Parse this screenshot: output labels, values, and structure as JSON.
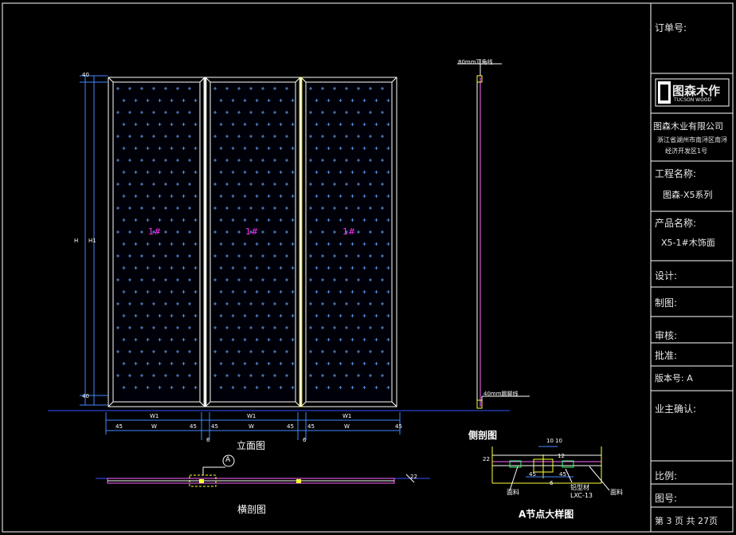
{
  "title_block": {
    "order_no_label": "订单号:",
    "logo_text": "图森木作",
    "logo_sub": "TUCSON WOOD",
    "company": "图森木业有限公司",
    "address_line1": "浙江省湖州市南浔区南浔",
    "address_line2": "经济开发区1号",
    "project_label": "工程名称:",
    "project_value": "图森-X5系列",
    "product_label": "产品名称:",
    "product_value": "X5-1#木饰面",
    "design_label": "设计:",
    "draw_label": "制图:",
    "review_label": "审核:",
    "approve_label": "批准:",
    "version_label": "版本号: A",
    "owner_confirm_label": "业主确认:",
    "scale_label": "比例:",
    "drawing_no_label": "图号:",
    "page_label": "第 3 页 共 27页"
  },
  "elevation": {
    "panel_marks": [
      "1#",
      "1#",
      "1#"
    ],
    "view_label": "立面图",
    "dim_top": "40",
    "dim_bottom": "40",
    "dim_height": "H",
    "dim_height2": "H1",
    "dim_w1": [
      "W1",
      "W1",
      "W1"
    ],
    "dim_w": [
      "W",
      "W",
      "W"
    ],
    "dim_45": "45",
    "dim_6": "6"
  },
  "side_view": {
    "top_note": "80mm顶角线",
    "bottom_note": "40mm踢脚线",
    "label": "侧剖图"
  },
  "plan_section": {
    "label": "横剖图",
    "marker": "A",
    "dim_right": "22"
  },
  "detail": {
    "label": "A节点大样图",
    "dims": [
      "10",
      "10",
      "45",
      "45",
      "22",
      "12",
      "6"
    ],
    "notes": [
      "面料",
      "铝型材",
      "LXC-13",
      "面料"
    ]
  },
  "colors": {
    "frame": "#ffffff",
    "panel_fill": "#000008",
    "pattern": "#6aa6ff",
    "mark": "#ff33ff",
    "ground": "#3355ff",
    "side_panel": "#ff66ff",
    "dim_line": "#4488ff",
    "accent_yellow": "#ffff33",
    "accent_green": "#33ff66"
  }
}
